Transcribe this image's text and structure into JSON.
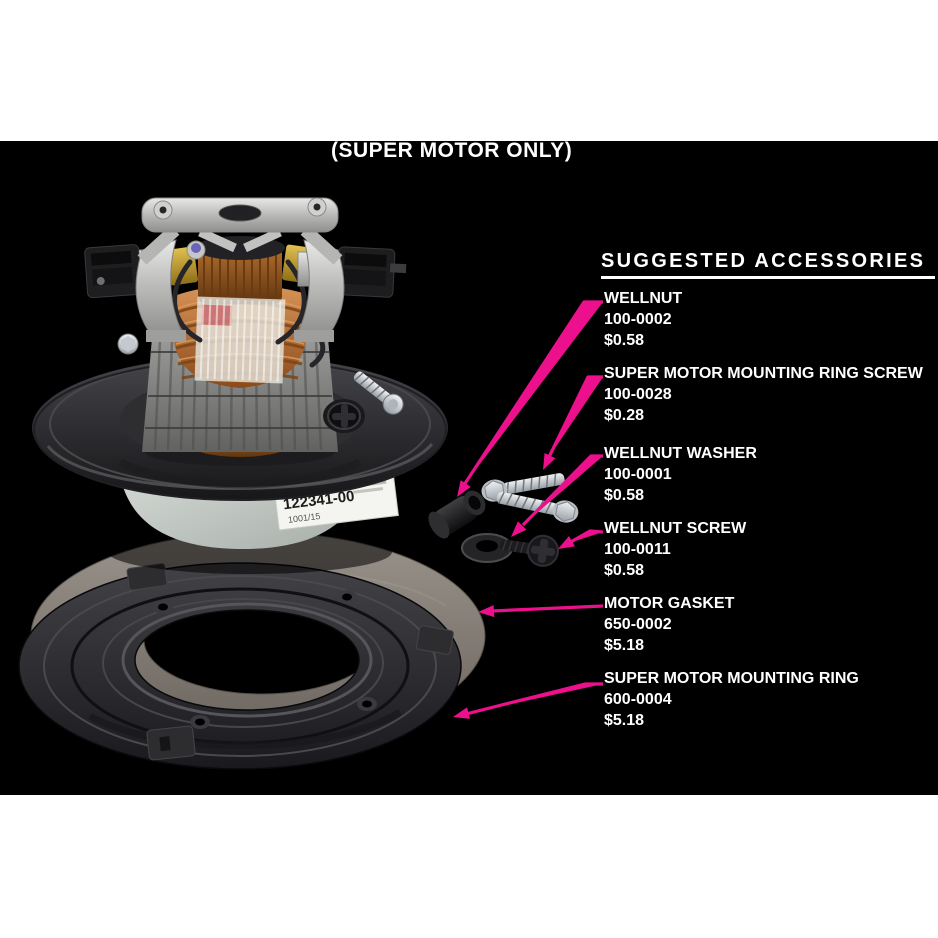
{
  "title": "(SUPER MOTOR ONLY)",
  "accessories": {
    "heading": "SUGGESTED ACCESSORIES",
    "items": [
      {
        "name": "WELLNUT",
        "part": "100-0002",
        "price": "$0.58"
      },
      {
        "name": "SUPER MOTOR MOUNTING RING SCREW",
        "part": "100-0028",
        "price": "$0.28"
      },
      {
        "name": "WELLNUT WASHER",
        "part": "100-0001",
        "price": "$0.58"
      },
      {
        "name": "WELLNUT SCREW",
        "part": "100-0011",
        "price": "$0.58"
      },
      {
        "name": "MOTOR GASKET",
        "part": "650-0002",
        "price": "$5.18"
      },
      {
        "name": "SUPER MOTOR MOUNTING RING",
        "part": "600-0004",
        "price": "$5.18"
      }
    ]
  },
  "motor_label": {
    "line1": "122341-00",
    "line2": "1001/15"
  },
  "colors": {
    "accent_magenta": "#EC108C",
    "panel_black": "#000000",
    "text_white": "#FFFFFF",
    "copper": "#B3702F",
    "aluminum": "#B9B9B7",
    "gasket_gray": "#8B857E"
  }
}
